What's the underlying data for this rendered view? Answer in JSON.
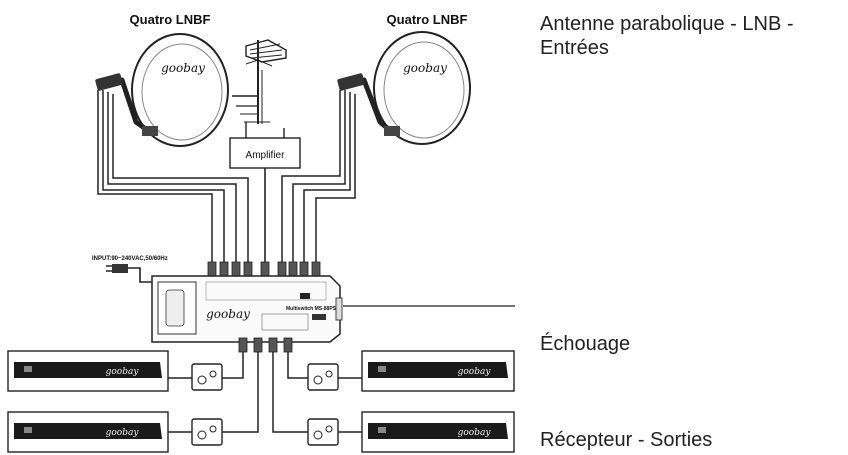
{
  "diagram": {
    "lnb_left_label": "Quatro LNBF",
    "lnb_right_label": "Quatro LNBF",
    "dish_brand": "goobay",
    "amplifier_label": "Amplifier",
    "power_input_label": "INPUT:90~240VAC,50/60Hz",
    "switch_brand": "goobay",
    "switch_model": "Multiswitch MS-88PS",
    "receiver_brand": "goobay"
  },
  "side_labels": {
    "inputs": "Antenne parabolique - LNB - Entrées",
    "docking": "Échouage",
    "outputs": "Récepteur - Sorties"
  }
}
